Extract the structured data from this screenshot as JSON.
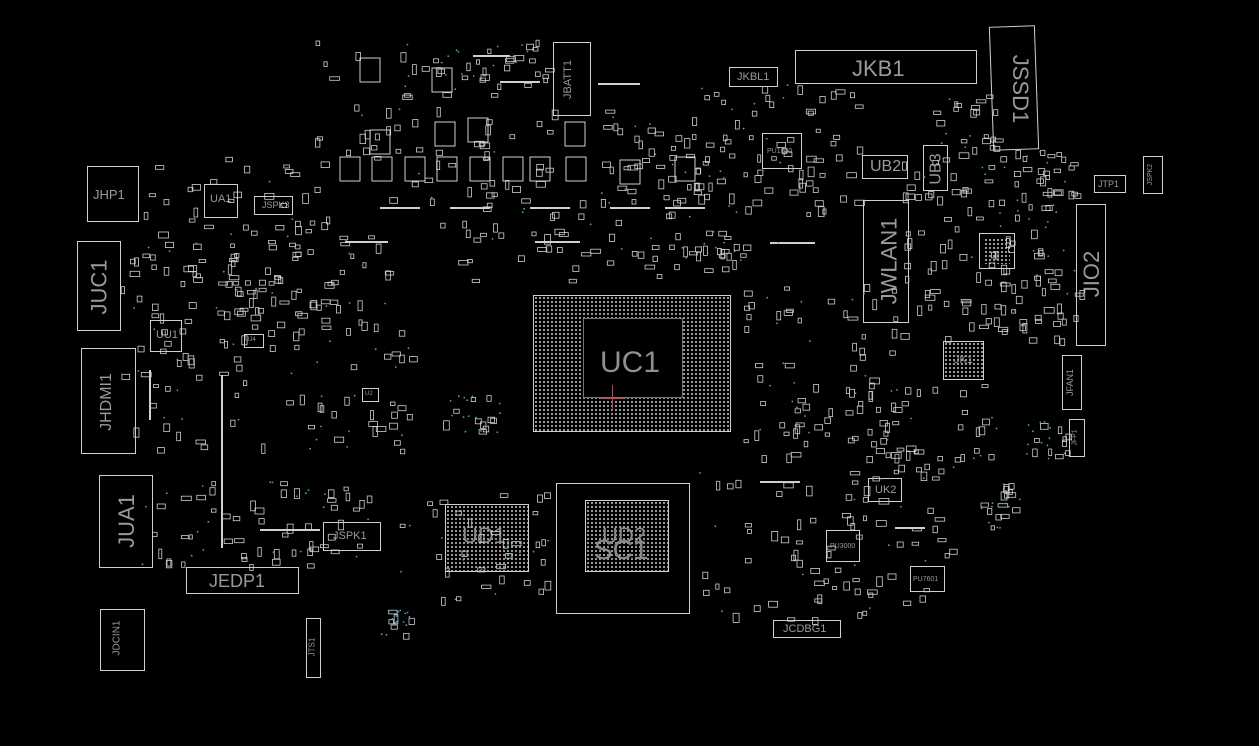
{
  "board": {
    "title": "",
    "refdes": {
      "JKB1": "JKB1",
      "JSSD1": "JSSD1",
      "JKBL1": "JKBL1",
      "JBATT1": "JBATT1",
      "UB2": "UB2",
      "UB3": "UB3",
      "JWLAN1": "JWLAN1",
      "JIO2": "JIO2",
      "JTP1": "JTP1",
      "JSPK2": "JSPK2",
      "JHP1": "JHP1",
      "UA1": "UA1",
      "JSPK3": "JSPK3",
      "JUC1": "JUC1",
      "UU1": "UU1",
      "JHDMI1": "JHDMI1",
      "JUA1": "JUA1",
      "JEDP1": "JEDP1",
      "JSPK1": "JSPK1",
      "JDCIN1": "JDCIN1",
      "JTS1": "JTS1",
      "UC1": "UC1",
      "UD1": "UD1",
      "UD2": "UD2",
      "SC1": "SC1",
      "JK1": "JK1",
      "JFAN1": "JFAN1",
      "JFP1": "JFP1",
      "UK2": "UK2",
      "JCDBG1": "JCDBG1",
      "PU1000": "PU1000",
      "PU3000": "PU3000",
      "PU7601": "PU7601",
      "UK1": "UK1",
      "UJ4": "UJ4",
      "UD1S": "U2"
    }
  },
  "colors": {
    "background": "#000000",
    "outline": "#d0d0d0",
    "label": "#9a9a9a",
    "via": "#3fa7c8",
    "marker": "#d04040"
  }
}
